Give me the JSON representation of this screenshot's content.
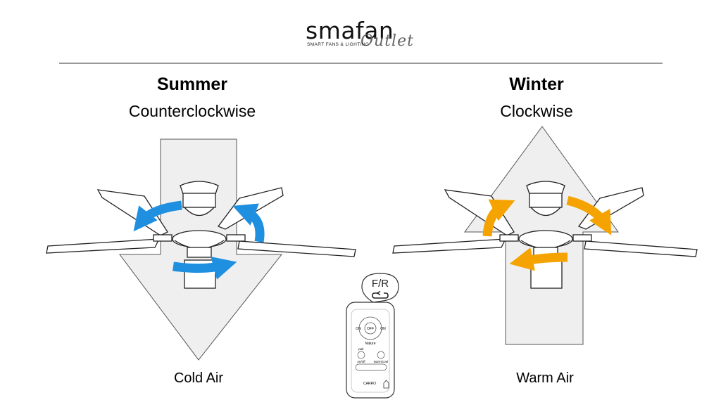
{
  "brand": {
    "name": "smafan",
    "tagline": "SMART FANS & LIGHTING",
    "script": "Outlet"
  },
  "summer": {
    "season": "Summer",
    "direction": "Counterclockwise",
    "airflow": "Cold Air",
    "arrow_color": "#1f8fe0"
  },
  "winter": {
    "season": "Winter",
    "direction": "Clockwise",
    "airflow": "Warm Air",
    "arrow_color": "#f5a300"
  },
  "remote": {
    "bubble_label": "F/R",
    "on_left": "ON",
    "off_center": "OFF",
    "on_right": "ON",
    "mode": "Nature",
    "left_btn": "pair",
    "left_sub": "on/off",
    "right_sub": "warm/cool",
    "brand": "CARRO"
  }
}
